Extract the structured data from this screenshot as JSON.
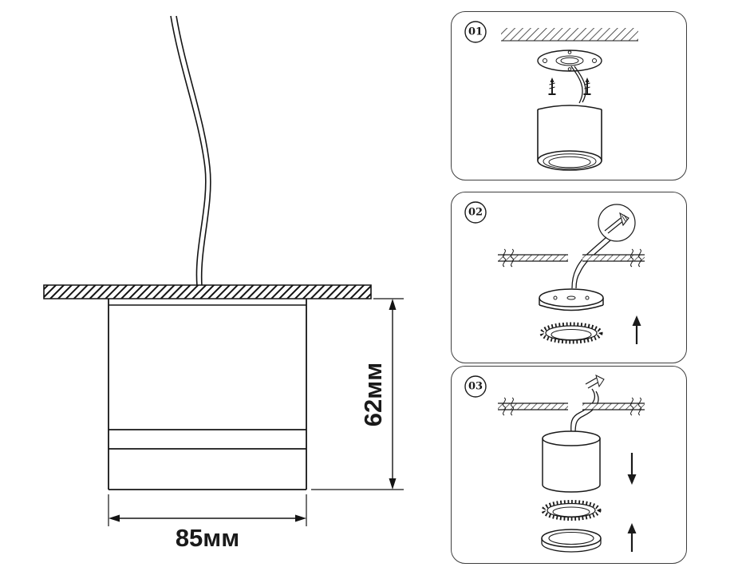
{
  "sheet": {
    "background": "#ffffff"
  },
  "drawing": {
    "width_label": "85мм",
    "height_label": "62мм"
  },
  "steps": [
    {
      "number": "01"
    },
    {
      "number": "02"
    },
    {
      "number": "03"
    }
  ],
  "icons": {
    "up_arrow": "arrow-up",
    "down_arrow": "arrow-down"
  },
  "colors": {
    "line": "#1a1a1a",
    "panel_border": "#3f3f3f",
    "background": "#ffffff"
  }
}
